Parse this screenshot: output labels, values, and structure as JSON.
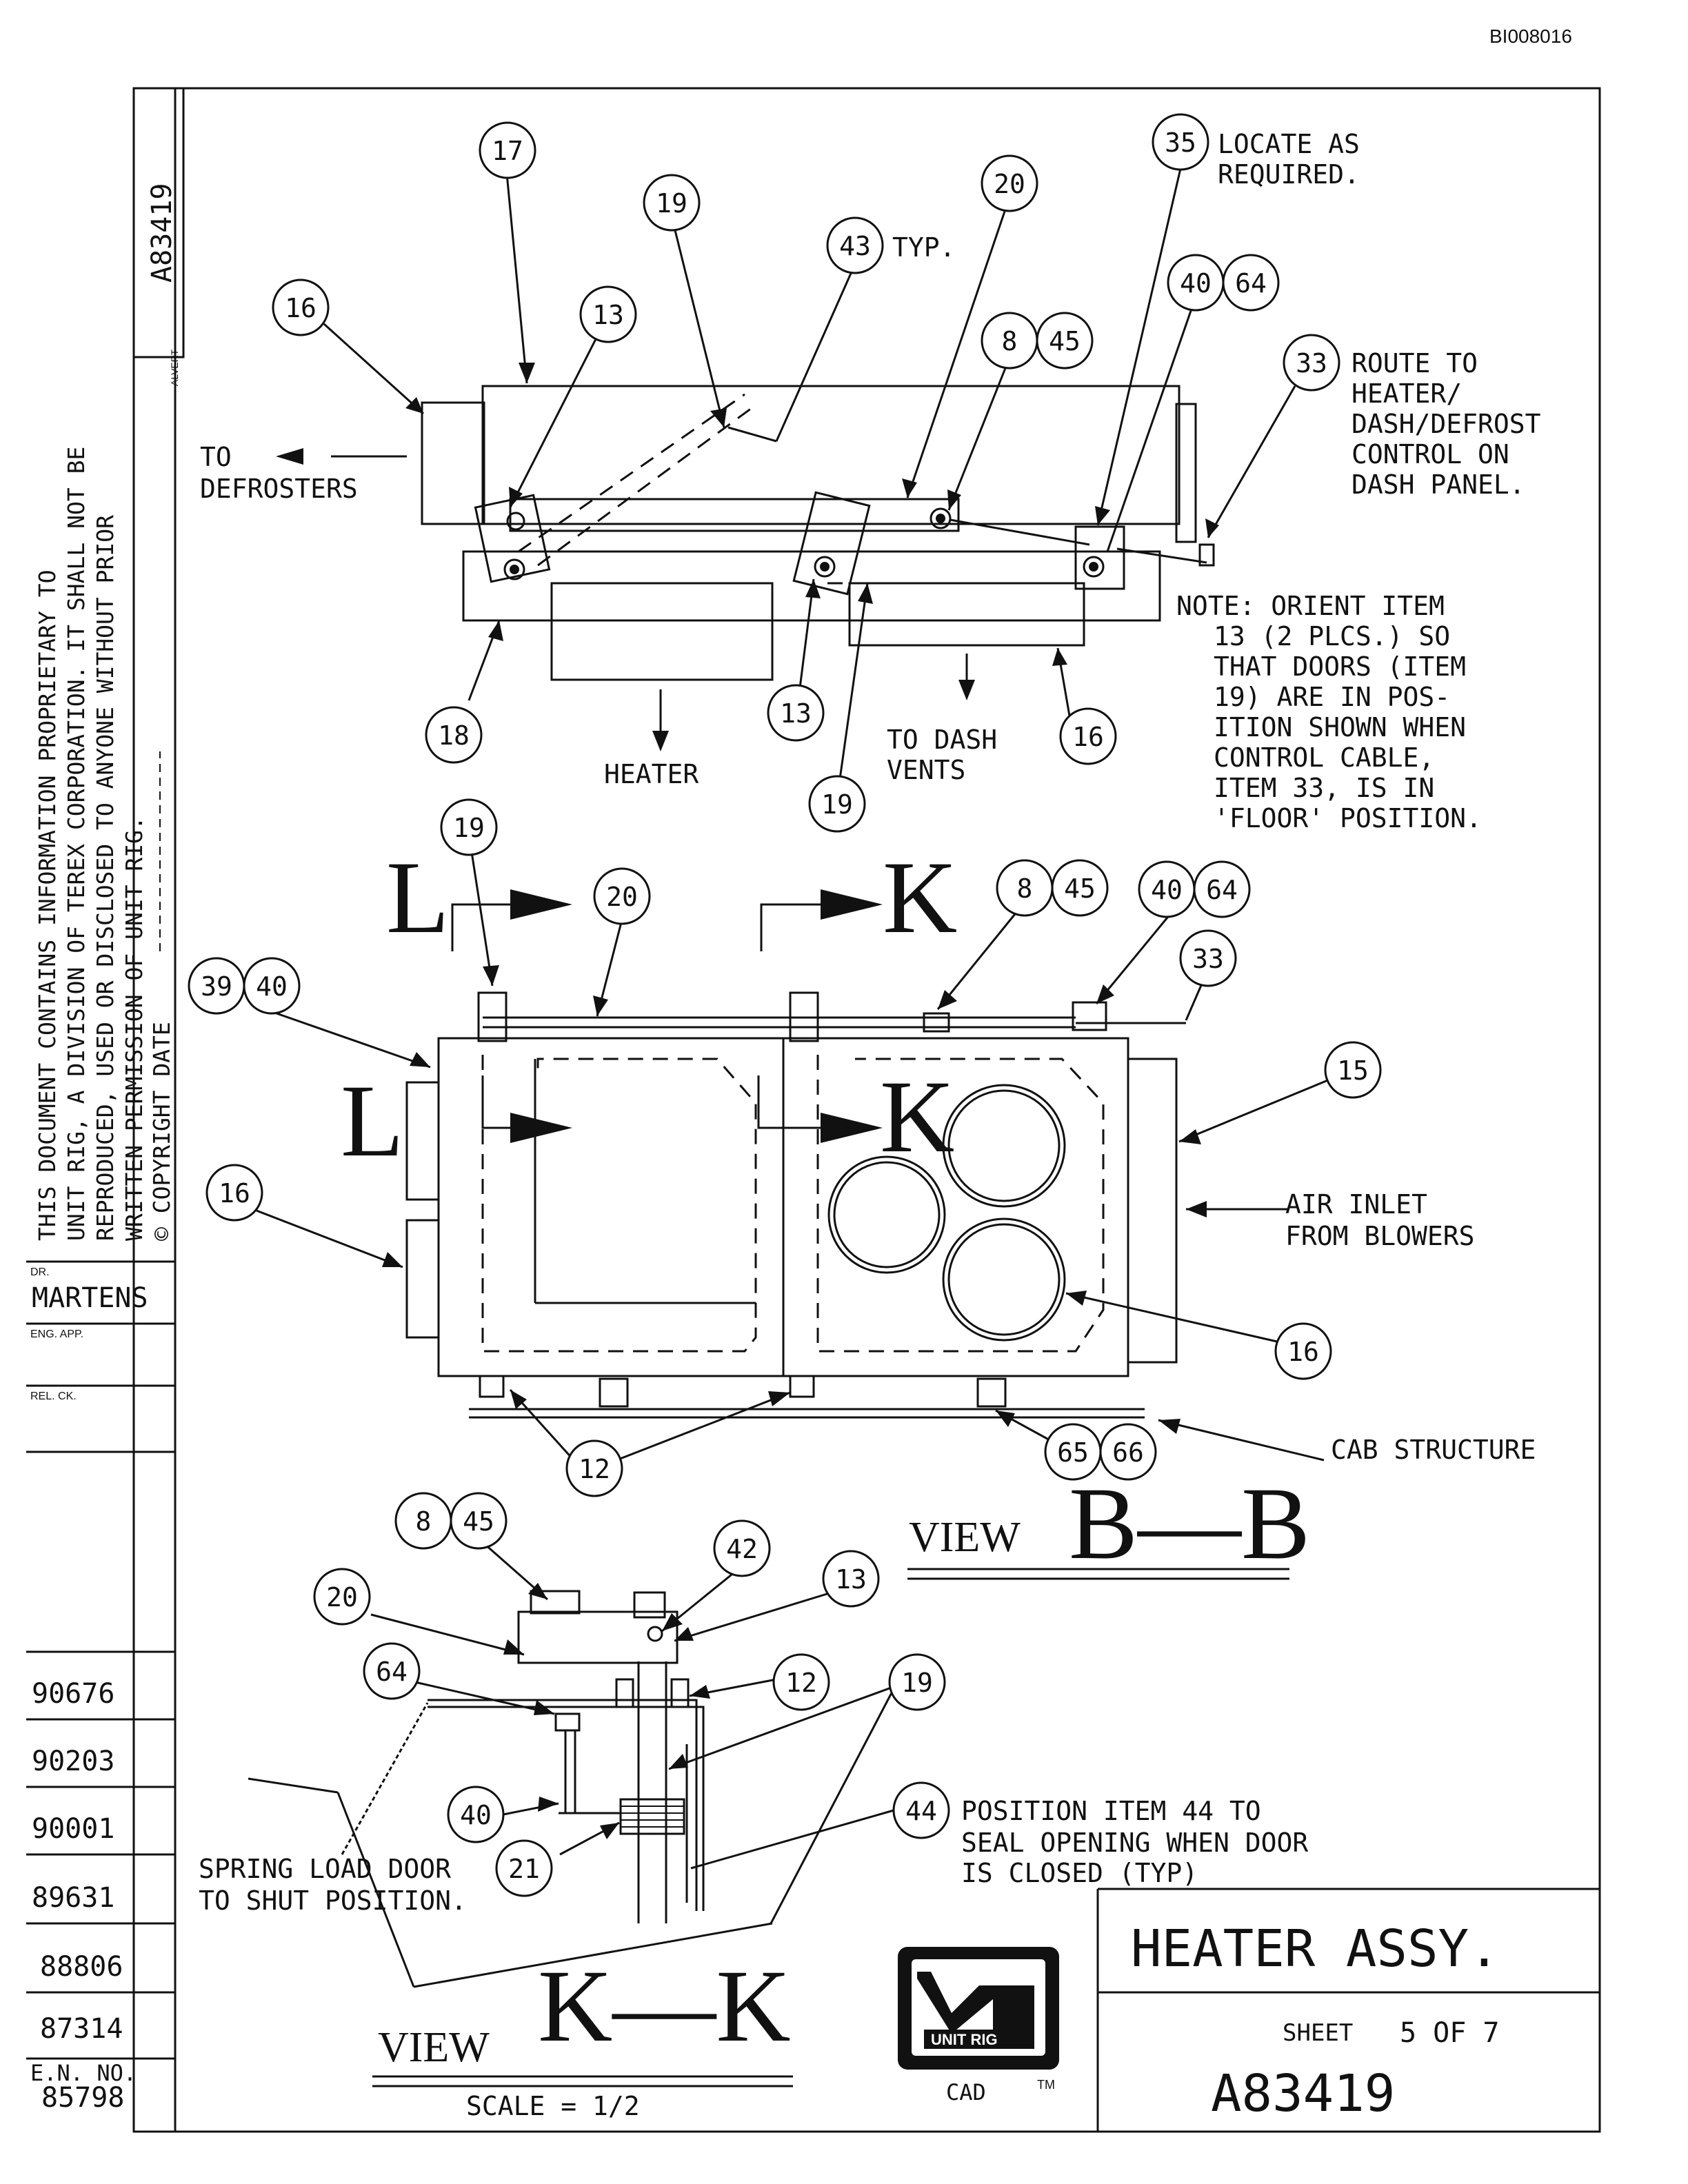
{
  "doc_code": "BI008016",
  "drawing_number_side": "A83419",
  "side_stamp": "ALVERT",
  "proprietary_notice": [
    "THIS DOCUMENT CONTAINS INFORMATION PROPRIETARY TO",
    "UNIT RIG, A DIVISION OF TEREX CORPORATION. IT SHALL NOT BE",
    "REPRODUCED, USED OR DISCLOSED TO ANYONE WITHOUT PRIOR",
    "WRITTEN PERMISSION OF UNIT RIG.",
    "© COPYRIGHT DATE"
  ],
  "titleblock": {
    "dr_label": "DR.",
    "dr_name": "MARTENS",
    "eng_app_label": "ENG. APP.",
    "rel_ck_label": "REL. CK.",
    "en_numbers": [
      "90676",
      "90203",
      "90001",
      "89631",
      "88806",
      "87314"
    ],
    "en_label_1": "E.N. NO.",
    "en_label_2": "85798",
    "title": "HEATER ASSY.",
    "sheet_label": "SHEET",
    "sheet_value": "5 OF 7",
    "drawing_number": "A83419",
    "cad_label": "CAD",
    "tm": "TM",
    "logo_text": "UNIT RIG"
  },
  "top_view": {
    "notes": {
      "n35_1": "LOCATE AS",
      "n35_2": "REQUIRED.",
      "n43": "TYP.",
      "n33_1": "ROUTE TO",
      "n33_2": "HEATER/",
      "n33_3": "DASH/DEFROST",
      "n33_4": "CONTROL ON",
      "n33_5": "DASH PANEL.",
      "to_def_1": "TO",
      "to_def_2": "DEFROSTERS",
      "heater": "HEATER",
      "to_dash_1": "TO DASH",
      "to_dash_2": "VENTS",
      "note_1": "NOTE: ORIENT ITEM",
      "note_2": "13 (2 PLCS.) SO",
      "note_3": "THAT DOORS (ITEM",
      "note_4": "19) ARE IN POS-",
      "note_5": "ITION SHOWN WHEN",
      "note_6": "CONTROL CABLE,",
      "note_7": "ITEM 33, IS IN",
      "note_8": "'FLOOR' POSITION."
    },
    "balloons": [
      "17",
      "19",
      "43",
      "20",
      "35",
      "40",
      "64",
      "8",
      "45",
      "16",
      "13",
      "33",
      "18",
      "13",
      "19",
      "16"
    ]
  },
  "view_bb": {
    "section_l": "L",
    "section_k": "K",
    "air_inlet_1": "AIR INLET",
    "air_inlet_2": "FROM BLOWERS",
    "cab_structure": "CAB STRUCTURE",
    "view_word": "VIEW",
    "view_letters": "B—B",
    "balloons": [
      "19",
      "20",
      "8",
      "45",
      "40",
      "64",
      "33",
      "39",
      "40",
      "15",
      "16",
      "16",
      "12",
      "65",
      "66"
    ]
  },
  "view_kk": {
    "spring_1": "SPRING LOAD DOOR",
    "spring_2": "TO SHUT POSITION.",
    "pos_1": "POSITION ITEM 44 TO",
    "pos_2": "SEAL OPENING WHEN DOOR",
    "pos_3": "IS CLOSED (TYP)",
    "view_word": "VIEW",
    "view_letters": "K—K",
    "scale": "SCALE = 1/2",
    "balloons": [
      "8",
      "45",
      "42",
      "13",
      "20",
      "64",
      "12",
      "19",
      "40",
      "44",
      "21"
    ]
  }
}
